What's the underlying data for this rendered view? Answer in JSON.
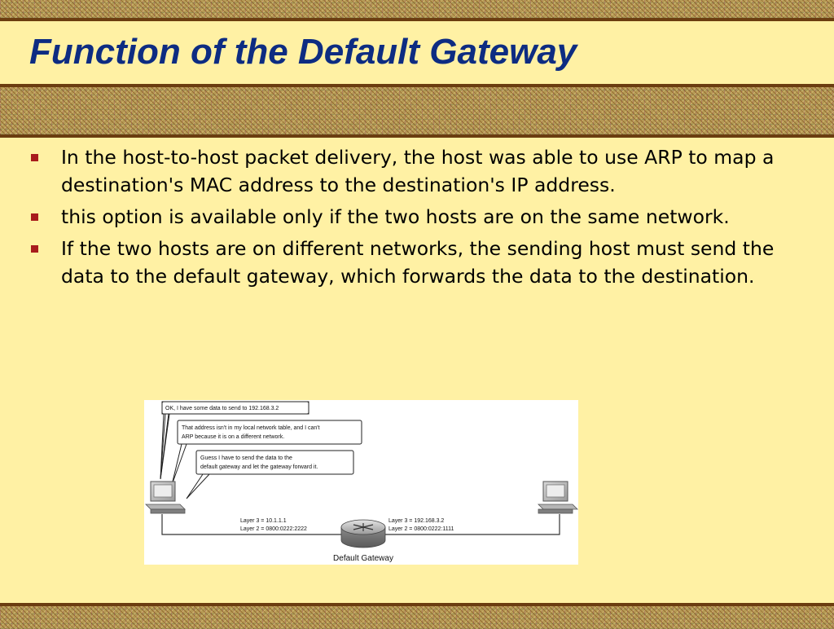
{
  "slide": {
    "title": "Function of the Default Gateway",
    "bullets": [
      "In the host-to-host packet delivery, the host was able to use ARP to map a destination's MAC address to the destination's IP address.",
      " this option is available only if the two hosts are on the same network.",
      " If the two hosts are on different networks, the sending host must send the data to the default gateway, which forwards the data to the destination."
    ]
  },
  "figure": {
    "bubble1": "OK, I have some data to send to 192.168.3.2",
    "bubble2_line1": "That address isn't in my local network table, and I can't",
    "bubble2_line2": "ARP because it is on a different network.",
    "bubble3_line1": "Guess I have to send the data to the",
    "bubble3_line2": "default gateway and let the gateway forward it.",
    "left_layer3": "Layer 3 = 10.1.1.1",
    "left_layer2": "Layer 2 = 0800:0222:2222",
    "right_layer3": "Layer 3 = 192.168.3.2",
    "right_layer2": "Layer 2 = 0800:0222:1111",
    "router_label": "Default Gateway"
  },
  "colors": {
    "background": "#FFF1A4",
    "title": "#0D2C82",
    "bullet": "#A81C1C",
    "rule": "#6B3D10"
  }
}
